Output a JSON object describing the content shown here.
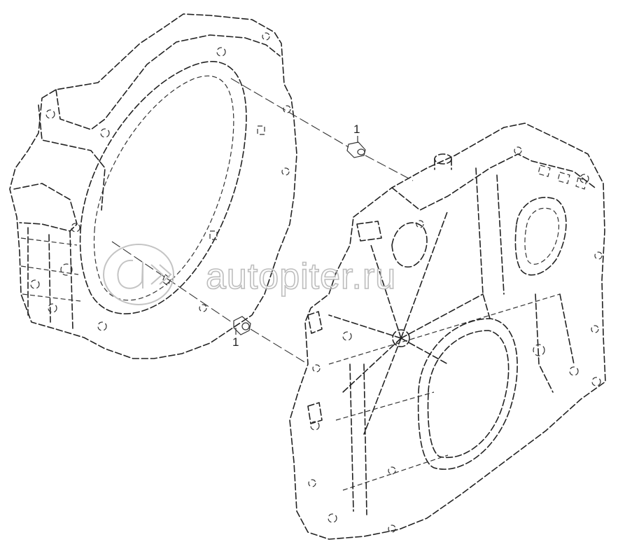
{
  "callouts": [
    {
      "label": "1"
    },
    {
      "label": "1"
    }
  ],
  "watermark": {
    "text": "autopiter.ru",
    "logo": "a-arrow-logo"
  },
  "colors": {
    "line": "#222222",
    "watermark": "#bdbdbd",
    "background": "#ffffff"
  }
}
